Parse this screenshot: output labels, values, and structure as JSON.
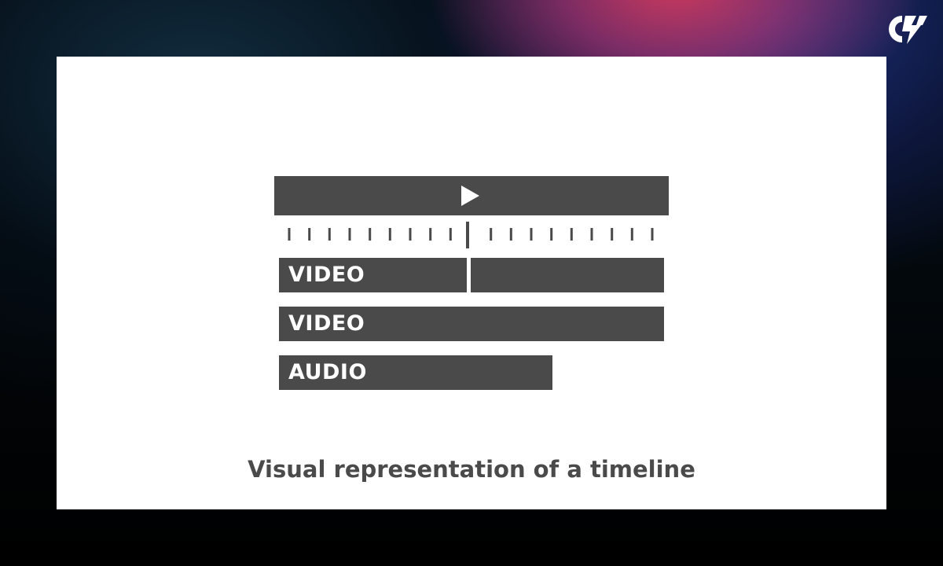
{
  "brand": {
    "logo_icon": "brand-logo-icon"
  },
  "diagram": {
    "player": {
      "play_icon": "play-icon",
      "color": "#4a4a4a"
    },
    "ruler": {
      "tick_count": 19,
      "playhead_index": 9
    },
    "tracks": [
      {
        "label": "VIDEO",
        "split": true,
        "length_fraction": 1.0
      },
      {
        "label": "VIDEO",
        "split": false,
        "length_fraction": 1.0
      },
      {
        "label": "AUDIO",
        "split": false,
        "length_fraction": 0.71
      }
    ]
  },
  "caption": "Visual representation of a timeline",
  "colors": {
    "bar": "#4a4a4a",
    "card": "#ffffff",
    "accent": "#d63a5c"
  }
}
